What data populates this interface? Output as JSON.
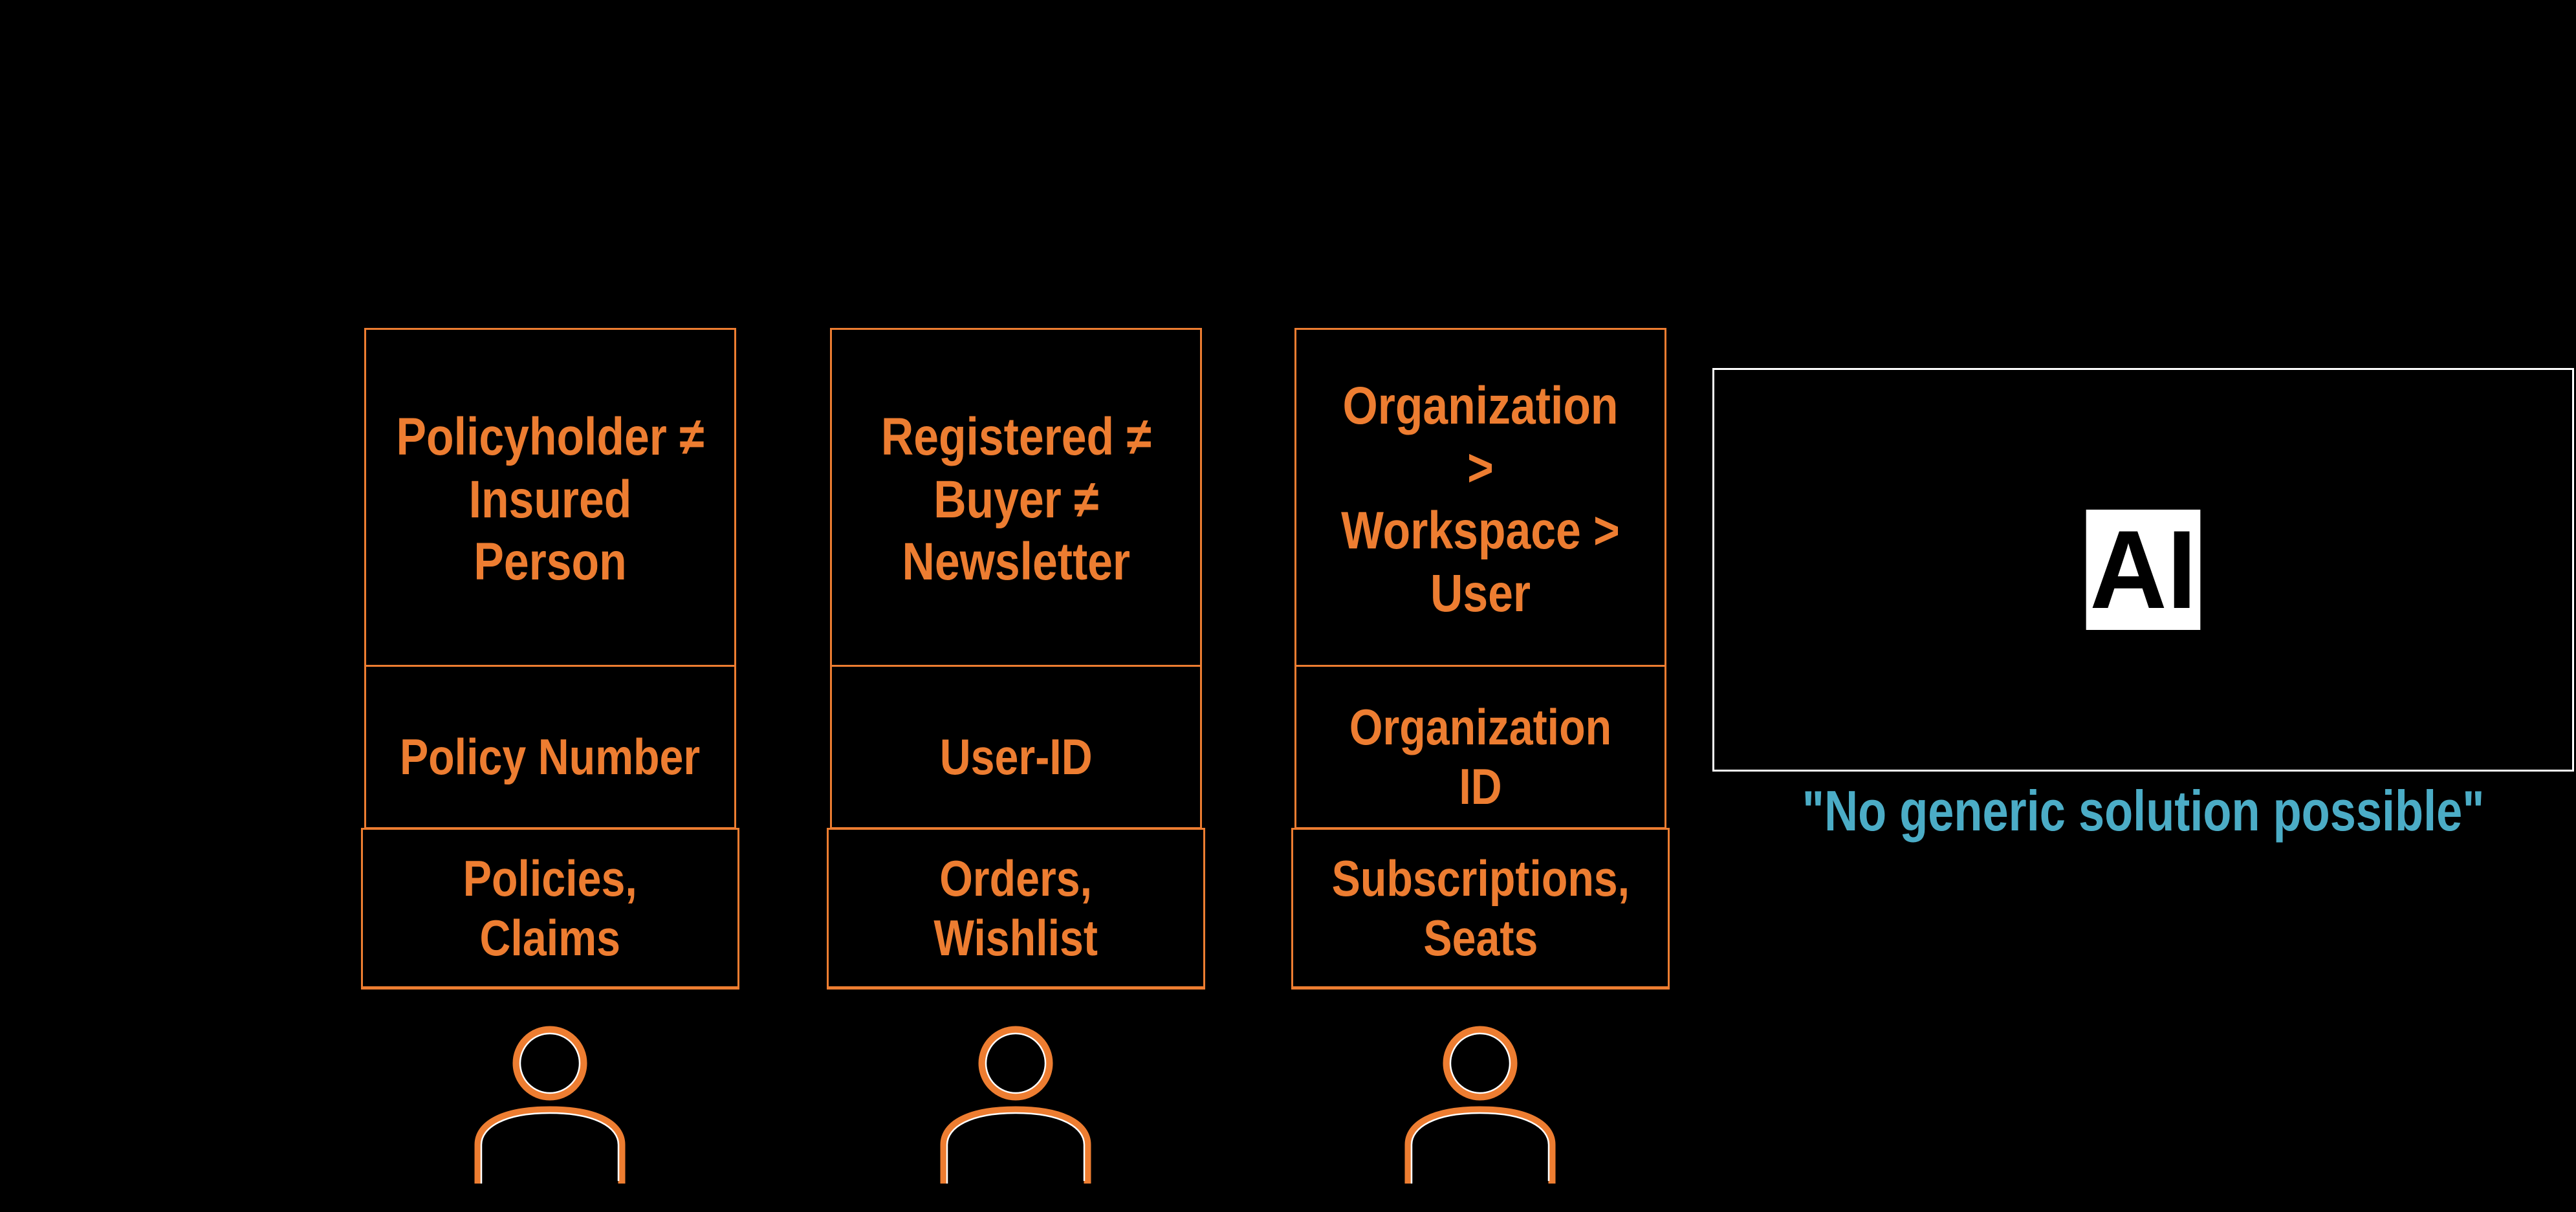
{
  "canvas": {
    "background": "#000000"
  },
  "colors": {
    "orange": "#ED7D31",
    "cyan": "#4BACC6",
    "white": "#FFFFFF",
    "badge_text": "#000000"
  },
  "cards": [
    {
      "title": "Policyholder ≠\nInsured Person",
      "identifier": "Policy Number",
      "data_label": "Policies,\nClaims",
      "icon": "person-outline-icon"
    },
    {
      "title": "Registered ≠\nBuyer ≠\nNewsletter",
      "identifier": "User-ID",
      "data_label": "Orders,\nWishlist",
      "icon": "person-outline-icon"
    },
    {
      "title": "Organization >\nWorkspace >\nUser",
      "identifier": "Organization ID",
      "data_label": "Subscriptions,\nSeats",
      "icon": "person-outline-icon"
    }
  ],
  "ai_panel": {
    "badge_label": "AI",
    "quote": "\"No generic solution possible\""
  }
}
